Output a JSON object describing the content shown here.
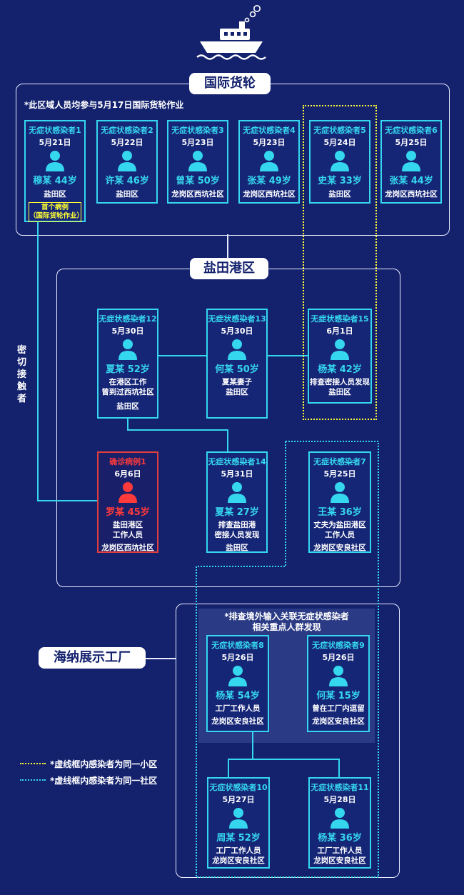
{
  "colors": {
    "background": "#14226e",
    "accent": "#35d7ef",
    "confirmed": "#ff3a3a",
    "community_dot": "#ffff33"
  },
  "sections": {
    "ship": "国际货轮",
    "yantian": "盐田港区",
    "haina": "海纳展示工厂"
  },
  "ship_note": "*此区域人员均参与5月17日国际货轮作业",
  "haina_note1": "*排查境外输入关联无症状感染者",
  "haina_note2": "相关重点人群发现",
  "contact_label": "密切接触者",
  "badge": {
    "l1": "首个病例",
    "l2": "（国际货轮作业）"
  },
  "legend": {
    "yellow": "*虚线框内感染者为同一小区",
    "cyan": "*虚线框内感染者为同一社区"
  },
  "cases": {
    "c1": {
      "title": "无症状感染者1",
      "date": "5月21日",
      "name": "穆某 44岁",
      "lines": [
        "盐田区"
      ]
    },
    "c2": {
      "title": "无症状感染者2",
      "date": "5月22日",
      "name": "许某 46岁",
      "lines": [
        "盐田区"
      ]
    },
    "c3": {
      "title": "无症状感染者3",
      "date": "5月23日",
      "name": "曾某 50岁",
      "lines": [
        "龙岗区西坑社区"
      ]
    },
    "c4": {
      "title": "无症状感染者4",
      "date": "5月23日",
      "name": "张某 49岁",
      "lines": [
        "龙岗区西坑社区"
      ]
    },
    "c5": {
      "title": "无症状感染者5",
      "date": "5月24日",
      "name": "史某 33岁",
      "lines": [
        "盐田区"
      ]
    },
    "c6": {
      "title": "无症状感染者6",
      "date": "5月25日",
      "name": "张某 44岁",
      "lines": [
        "龙岗区西坑社区"
      ]
    },
    "c12": {
      "title": "无症状感染者12",
      "date": "5月30日",
      "name": "夏某 52岁",
      "lines": [
        "在港区工作",
        "曾到过西坑社区",
        "",
        "盐田区"
      ]
    },
    "c13": {
      "title": "无症状感染者13",
      "date": "5月30日",
      "name": "何某 50岁",
      "lines": [
        "夏某妻子",
        "盐田区"
      ]
    },
    "c15": {
      "title": "无症状感染者15",
      "date": "6月1日",
      "name": "杨某 42岁",
      "lines": [
        "排查密接人员发现",
        "盐田区"
      ]
    },
    "r1": {
      "title": "确诊病例1",
      "date": "6月6日",
      "name": "罗某 45岁",
      "lines": [
        "盐田港区",
        "工作人员",
        "",
        "龙岗区西坑社区"
      ]
    },
    "c14": {
      "title": "无症状感染者14",
      "date": "5月31日",
      "name": "夏某 27岁",
      "lines": [
        "排查盐田港",
        "密接人员发现",
        "",
        "盐田区"
      ]
    },
    "c7": {
      "title": "无症状感染者7",
      "date": "5月25日",
      "name": "王某 36岁",
      "lines": [
        "丈夫为盐田港区",
        "工作人员",
        "",
        "龙岗区安良社区"
      ]
    },
    "c8": {
      "title": "无症状感染者8",
      "date": "5月26日",
      "name": "杨某 54岁",
      "lines": [
        "工厂工作人员",
        "",
        "龙岗区安良社区"
      ]
    },
    "c9": {
      "title": "无症状感染者9",
      "date": "5月26日",
      "name": "何某 15岁",
      "lines": [
        "曾在工厂内逗留",
        "",
        "龙岗区安良社区"
      ]
    },
    "c10": {
      "title": "无症状感染者10",
      "date": "5月27日",
      "name": "周某 52岁",
      "lines": [
        "工厂工作人员",
        "龙岗区安良社区"
      ]
    },
    "c11": {
      "title": "无症状感染者11",
      "date": "5月28日",
      "name": "杨某 36岁",
      "lines": [
        "工厂工作人员",
        "龙岗区安良社区"
      ]
    }
  }
}
